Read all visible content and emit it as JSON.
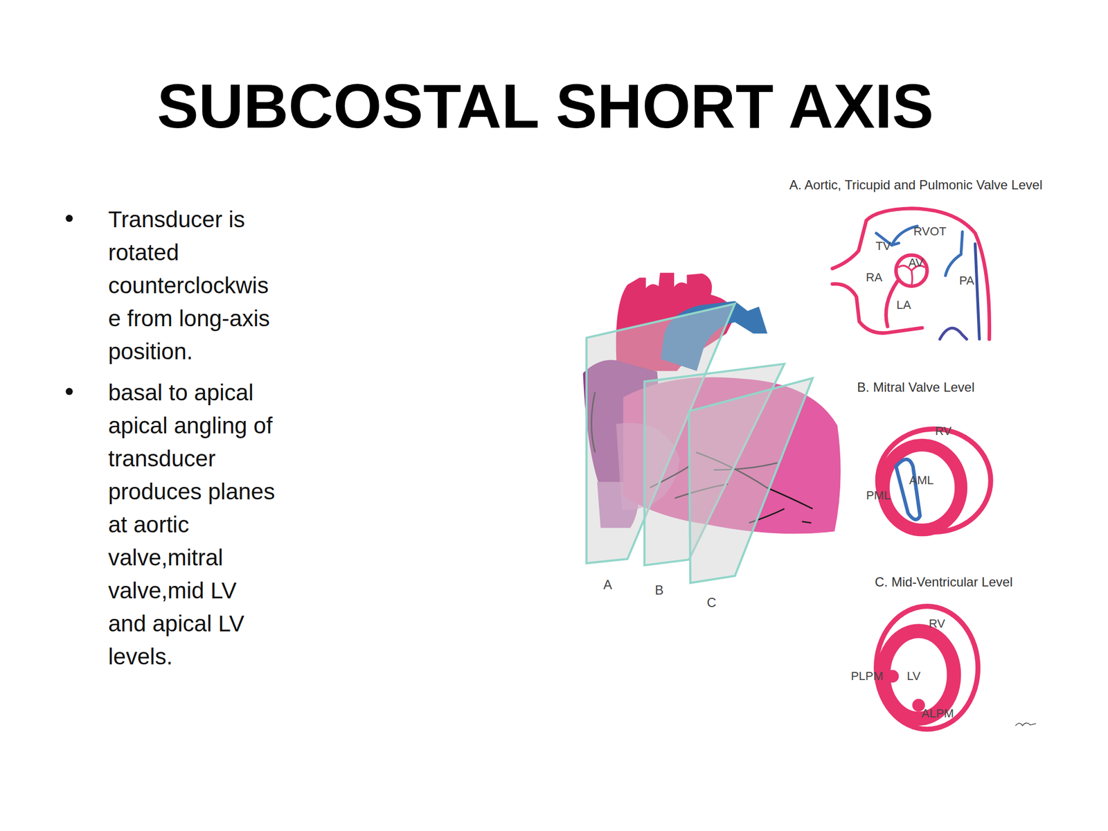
{
  "diagram": {
    "title": "SUBCOSTAL SHORT AXIS",
    "labels": [
      "Transducer is rotated counterclockwise from long-axis position.",
      "basal to apical apical angling of transducer produces planes at aortic valve,mitral valve,mid LV and apical LV levels.",
      "A. Aortic, Tricupid and Pulmonic Valve Level",
      "RVOT",
      "TV",
      "AV",
      "RA",
      "PA",
      "LA",
      "B. Mitral Valve Level",
      "RV",
      "AML",
      "PML",
      "C. Mid-Ventricular Level",
      "RV",
      "PLPM",
      "LV",
      "ALPM",
      "A",
      "B",
      "C"
    ]
  }
}
